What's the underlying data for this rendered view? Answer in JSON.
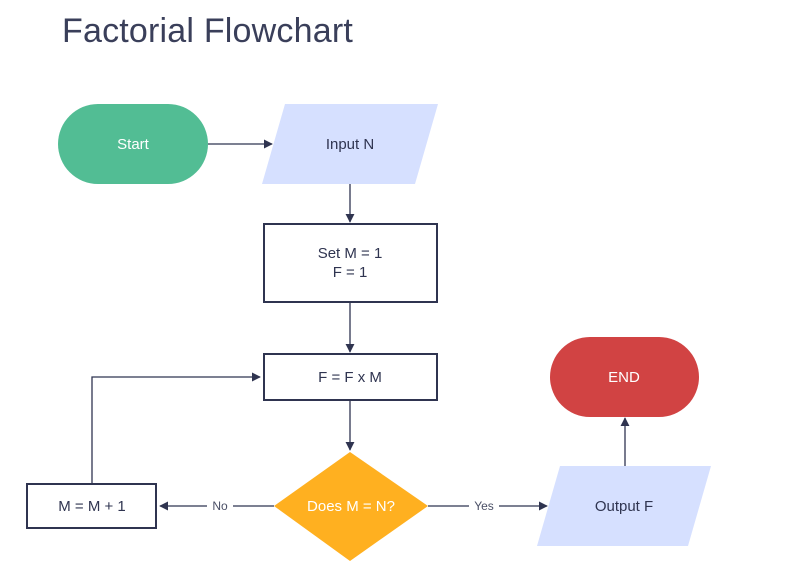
{
  "title": "Factorial Flowchart",
  "nodes": {
    "start": {
      "label": "Start",
      "shape": "terminator",
      "color": "#52bd94"
    },
    "input": {
      "label": "Input N",
      "shape": "parallelogram",
      "color": "#d6e0ff"
    },
    "set": {
      "line1": "Set M = 1",
      "line2": "F = 1",
      "shape": "process",
      "color": "#ffffff"
    },
    "multiply": {
      "label": "F = F x M",
      "shape": "process",
      "color": "#ffffff"
    },
    "decision": {
      "label": "Does M = N?",
      "shape": "decision",
      "color": "#ffb020"
    },
    "increment": {
      "label": "M = M + 1",
      "shape": "process",
      "color": "#ffffff"
    },
    "output": {
      "label": "Output F",
      "shape": "parallelogram",
      "color": "#d6e0ff"
    },
    "end": {
      "label": "END",
      "shape": "terminator",
      "color": "#d14343"
    }
  },
  "edges": {
    "no_label": "No",
    "yes_label": "Yes"
  },
  "colors": {
    "stroke": "#2f3450",
    "title": "#3a3f5a"
  }
}
